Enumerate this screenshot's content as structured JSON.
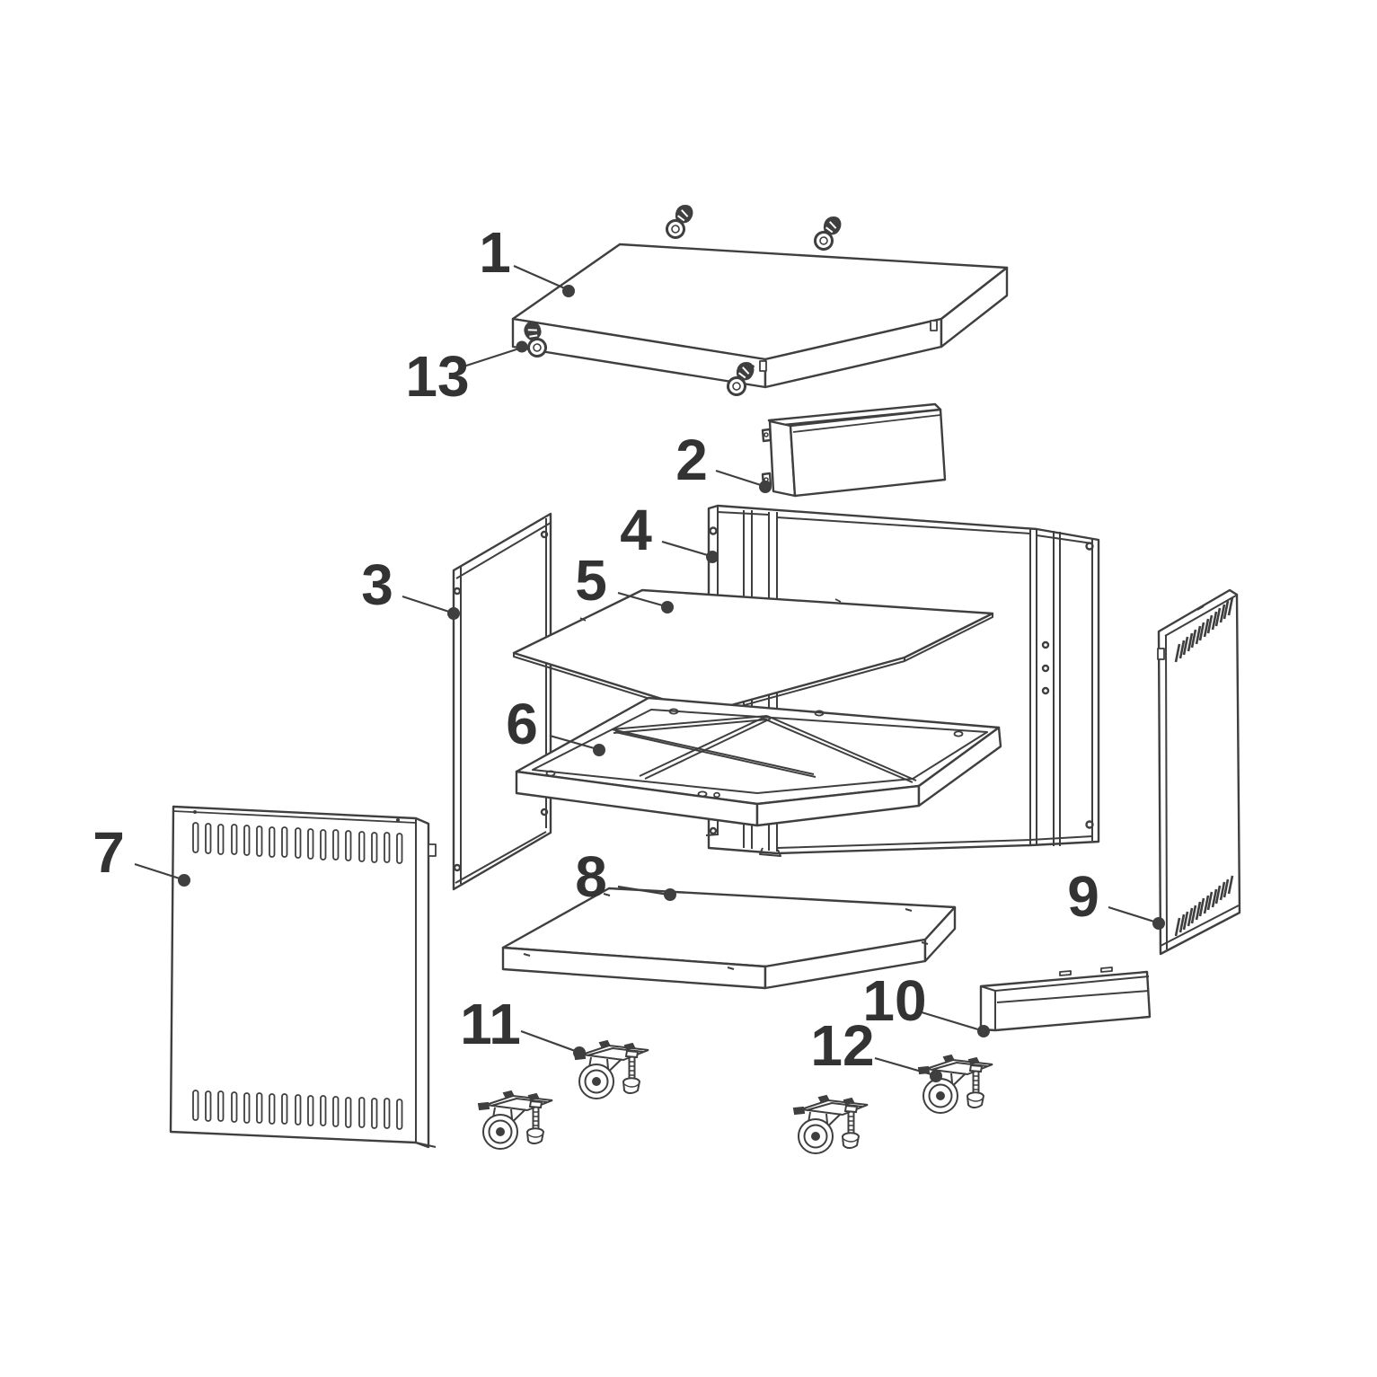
{
  "diagram": {
    "type": "exploded-parts-diagram",
    "subject": "corner cabinet assembly exploded view",
    "background_color": "#ffffff",
    "line_color": "#3f3f3f",
    "label_color": "#333333",
    "callouts": [
      {
        "number": "1",
        "part": "top-panel"
      },
      {
        "number": "2",
        "part": "top-back-rail"
      },
      {
        "number": "3",
        "part": "left-side-panel"
      },
      {
        "number": "4",
        "part": "back-panel-assembly"
      },
      {
        "number": "5",
        "part": "shelf-panel"
      },
      {
        "number": "6",
        "part": "corner-support-frame"
      },
      {
        "number": "7",
        "part": "left-vented-panel"
      },
      {
        "number": "8",
        "part": "bottom-panel"
      },
      {
        "number": "9",
        "part": "right-vented-panel"
      },
      {
        "number": "10",
        "part": "bottom-front-rail"
      },
      {
        "number": "11",
        "part": "casters-with-leveling-feet-left-pair"
      },
      {
        "number": "12",
        "part": "casters-with-leveling-feet-right-pair"
      },
      {
        "number": "13",
        "part": "eye-bolt-screw"
      }
    ],
    "hardware": {
      "eye_bolt_count": 4,
      "caster_count": 4
    }
  }
}
